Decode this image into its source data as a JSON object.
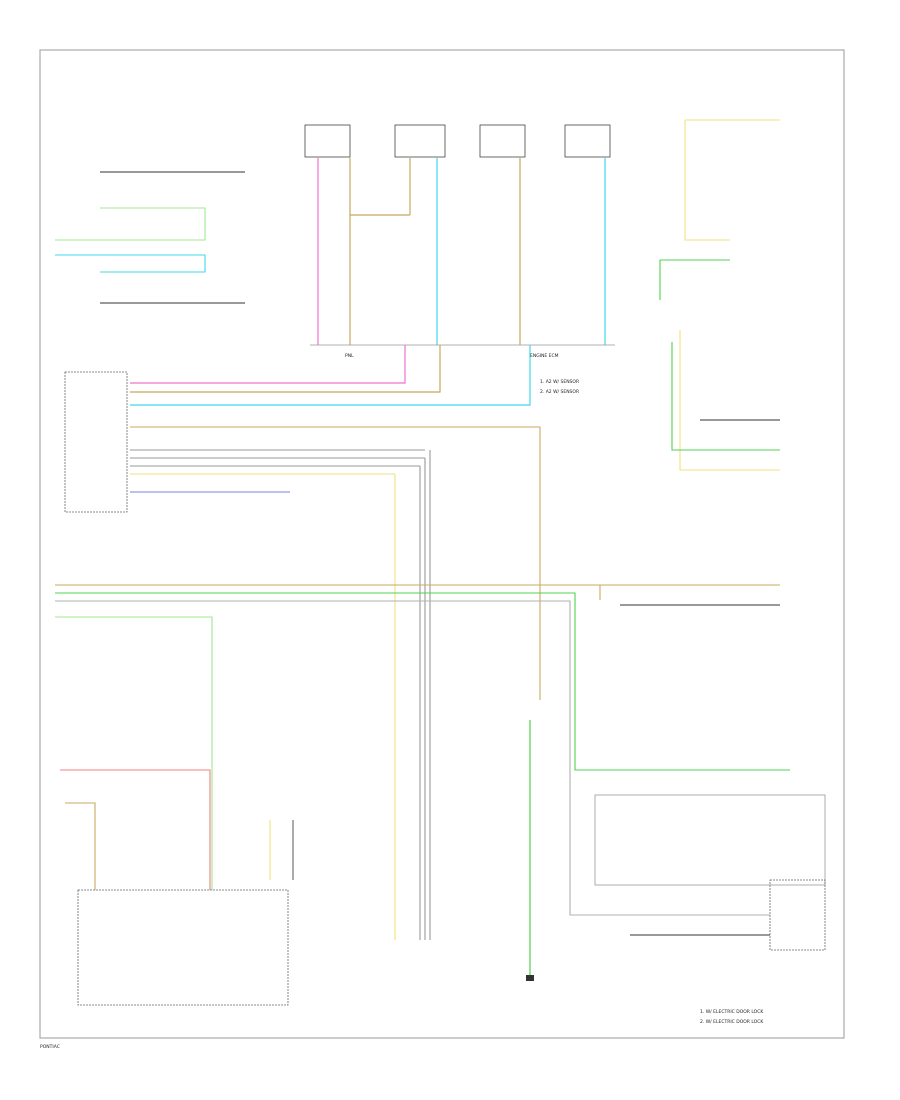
{
  "colors": {
    "pink": "#f070d0",
    "tan": "#c8a860",
    "cyan": "#40d8e8",
    "green": "#50d050",
    "light_green": "#a0e890",
    "yellow": "#f0e080",
    "blue": "#8080e0",
    "gray": "#b0b0b0",
    "wire_black": "#333333"
  },
  "notes": {
    "n1": "1. A2 W/ SENSOR",
    "n2": "2. A2 W/ SENSOR",
    "n3": "1. W/ ELECTRIC DOOR LOCK",
    "n4": "2. W/ ELECTRIC DOOR LOCK"
  },
  "labels": {
    "bus_left": "PNL",
    "bus_right": "ENGINE ECM",
    "footer": "PONTIAC"
  }
}
